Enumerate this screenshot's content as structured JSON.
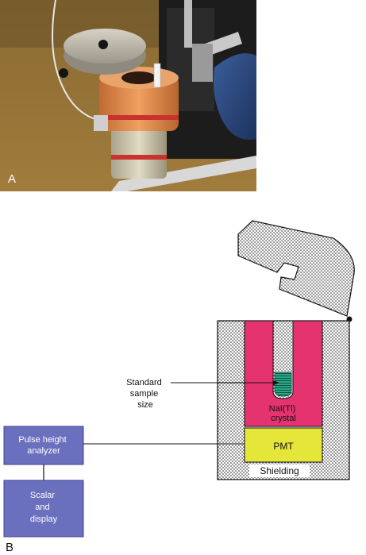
{
  "panels": {
    "a_letter": "A",
    "b_letter": "B"
  },
  "diagram": {
    "standard_sample_size": [
      "Standard",
      "sample",
      "size"
    ],
    "crystal": [
      "NaI(Tl)",
      "crystal"
    ],
    "pmt": "PMT",
    "shielding": "Shielding",
    "pulse_height_analyzer": [
      "Pulse height",
      "analyzer"
    ],
    "scalar_display": [
      "Scalar",
      "and",
      "display"
    ]
  },
  "colors": {
    "crystal": "#e5336f",
    "pmt": "#e6e63a",
    "box": "#6a6fbe",
    "sample": "#2aa98c",
    "shield_fill": "#e8e8e8"
  }
}
